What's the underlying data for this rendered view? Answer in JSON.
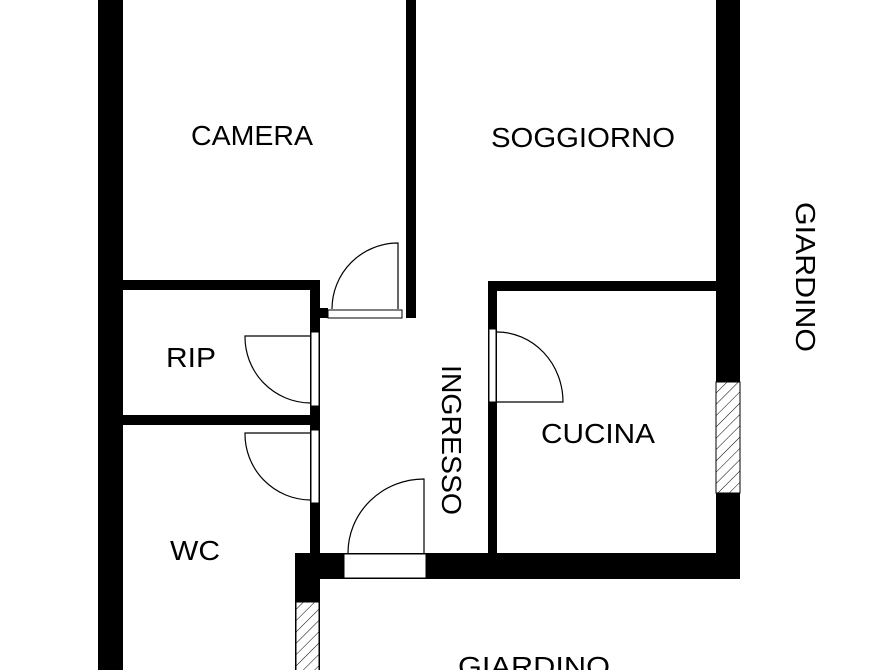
{
  "rooms": {
    "camera": "CAMERA",
    "soggiorno": "SOGGIORNO",
    "rip": "RIP",
    "wc": "WC",
    "ingresso": "INGRESSO",
    "cucina": "CUCINA",
    "giardino_right": "GIARDINO",
    "giardino_bottom": "GIARDINO"
  },
  "colors": {
    "wall": "#000000",
    "background": "#ffffff"
  }
}
